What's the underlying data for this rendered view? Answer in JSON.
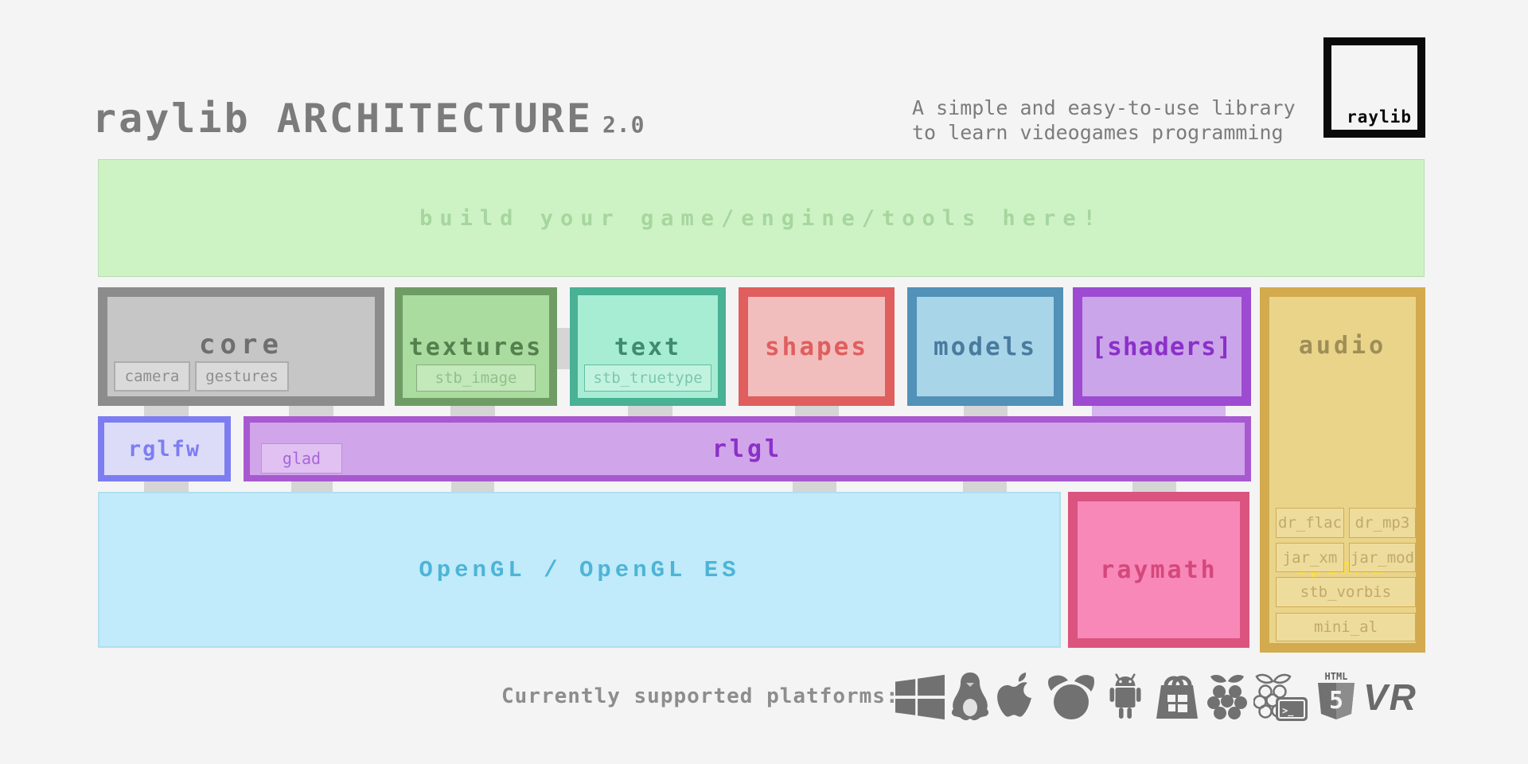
{
  "palette": {
    "background": "#f4f4f5",
    "title_text": "#7b7b7b",
    "logo": "#0a0a0a",
    "banner_bg": "#cdf3c5",
    "banner_text": "#a6d69e",
    "core_border": "#8c8c8c",
    "core_fill": "#c6c6c6",
    "textures_border": "#6f9c65",
    "textures_fill": "#aadb9f",
    "text_border": "#49b194",
    "text_fill": "#a6edd3",
    "shapes_border": "#e05e5e",
    "shapes_fill": "#f2bdbd",
    "models_border": "#5291b8",
    "models_fill": "#a9d5e9",
    "shaders_border": "#9d4bd1",
    "shaders_fill": "#cba5e9",
    "audio_border": "#d3aa4d",
    "audio_fill": "#e9d48a",
    "rglfw_border": "#7d7df1",
    "rglfw_fill": "#dcdcf9",
    "rlgl_border": "#a859d1",
    "rlgl_fill": "#d0a5e9",
    "opengl_fill": "#c1eafa",
    "opengl_text": "#4cb5d6",
    "raymath_border": "#da547f",
    "raymath_fill": "#f888b8",
    "connector": "#d5d5d5",
    "platform_icon": "#717171"
  },
  "header": {
    "title": "raylib ARCHITECTURE",
    "version": "2.0",
    "tagline_line1": "A simple and easy-to-use library",
    "tagline_line2": "to learn videogames programming",
    "logo_label": "raylib"
  },
  "banner": {
    "label": "build your game/engine/tools here!"
  },
  "modules": {
    "core": {
      "label": "core",
      "sub": [
        "camera",
        "gestures"
      ]
    },
    "textures": {
      "label": "textures",
      "sub": [
        "stb_image"
      ]
    },
    "text": {
      "label": "text",
      "sub": [
        "stb_truetype"
      ]
    },
    "shapes": {
      "label": "shapes"
    },
    "models": {
      "label": "models"
    },
    "shaders": {
      "label": "[shaders]"
    },
    "audio": {
      "label": "audio",
      "sub": [
        "dr_flac",
        "dr_mp3",
        "jar_xm",
        "jar_mod",
        "stb_vorbis",
        "mini_al"
      ],
      "ghost": "OpenAL"
    }
  },
  "layers": {
    "rglfw": {
      "label": "rglfw"
    },
    "rlgl": {
      "label": "rlgl",
      "sub": [
        "glad"
      ]
    },
    "opengl": {
      "label": "OpenGL / OpenGL ES"
    },
    "raymath": {
      "label": "raymath"
    }
  },
  "platforms": {
    "label": "Currently supported platforms:",
    "items": [
      "windows",
      "linux",
      "apple",
      "freebsd",
      "android",
      "windows-store",
      "raspberry-pi",
      "raspberry-pi-cli",
      "html5",
      "vr"
    ],
    "html5_top": "HTML",
    "html5_big": "5",
    "rpi_cli_glyph": ">_",
    "vr_label": "VR"
  }
}
